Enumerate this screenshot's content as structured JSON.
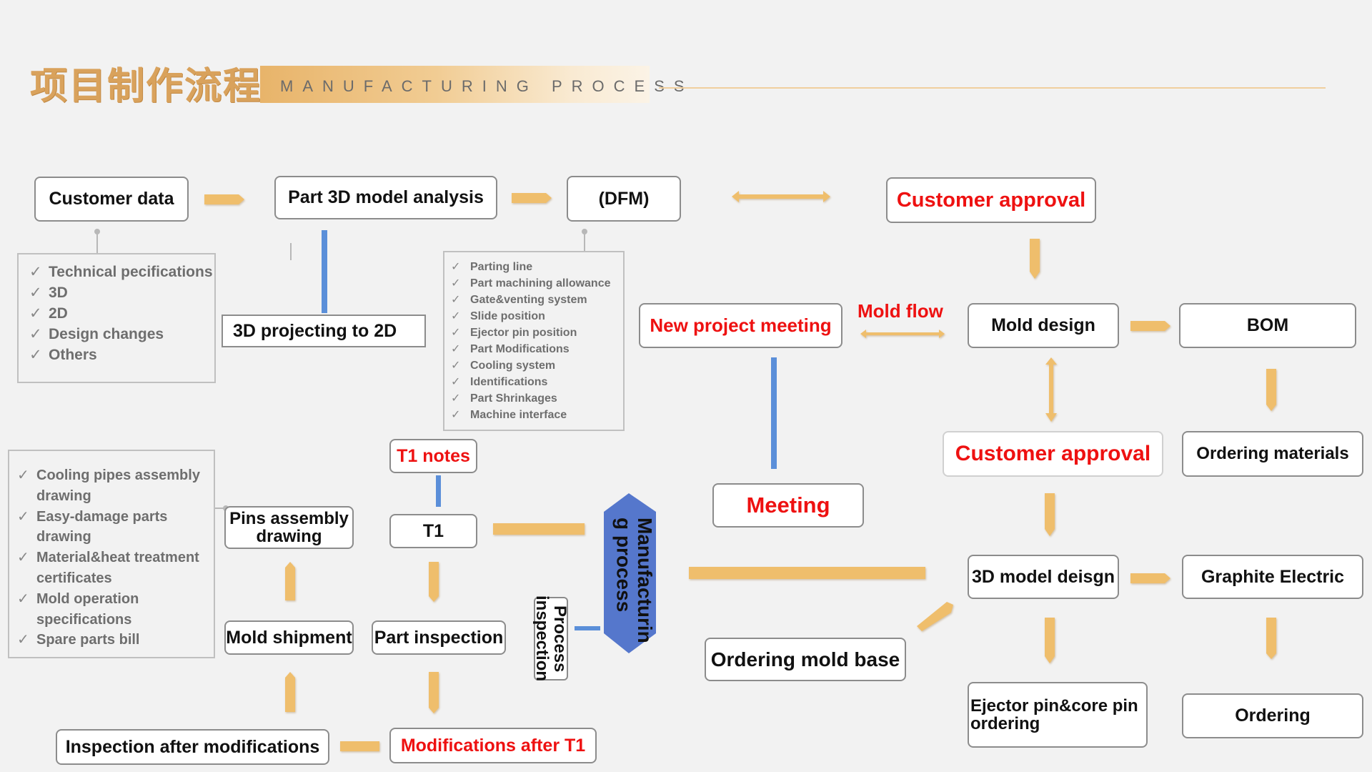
{
  "header": {
    "title_cn": "项目制作流程",
    "title_en": "MANUFACTURING PROCESS"
  },
  "nodes": {
    "customer_data": "Customer data",
    "part_3d_analysis": "Part 3D model analysis",
    "dfm": "(DFM)",
    "customer_approval_top": "Customer approval",
    "projecting_3d_2d": "3D projecting to 2D",
    "new_project_meeting": "New project meeting",
    "mold_flow": "Mold flow",
    "mold_design": "Mold design",
    "bom": "BOM",
    "t1_notes": "T1 notes",
    "customer_approval_mid": "Customer approval",
    "ordering_materials": "Ordering materials",
    "pins_assembly": "Pins assembly drawing",
    "t1": "T1",
    "manufacturing_process": "Manufacturing process",
    "meeting": "Meeting",
    "model_3d_design": "3D model deisgn",
    "graphite_electric": "Graphite Electric",
    "process_inspection": "Process inspection",
    "mold_shipment": "Mold shipment",
    "part_inspection": "Part inspection",
    "ordering_mold_base": "Ordering mold base",
    "ejector_pin": "Ejector pin&core pin ordering",
    "ordering": "Ordering",
    "inspection_after": "Inspection after modifications",
    "modifications_after_t1": "Modifications after T1"
  },
  "lists": {
    "customer_data_items": [
      "Technical pecifications",
      "3D",
      "2D",
      "Design changes",
      "Others"
    ],
    "dfm_items": [
      "Parting line",
      "Part machining allowance",
      "Gate&venting system",
      "Slide position",
      "Ejector pin position",
      "Part  Modifications",
      "Cooling system",
      "Identifications",
      "Part Shrinkages",
      "Machine  interface"
    ],
    "delivery_items": [
      "Cooling pipes assembly drawing",
      "Easy-damage parts drawing",
      "Material&heat treatment certificates",
      "Mold operation specifications",
      "Spare parts bill"
    ]
  },
  "colors": {
    "arrow": "#efbe6c",
    "connector": "#5b8fd9",
    "highlight_text": "#ee1111",
    "header_gold": "#d9a25c"
  }
}
